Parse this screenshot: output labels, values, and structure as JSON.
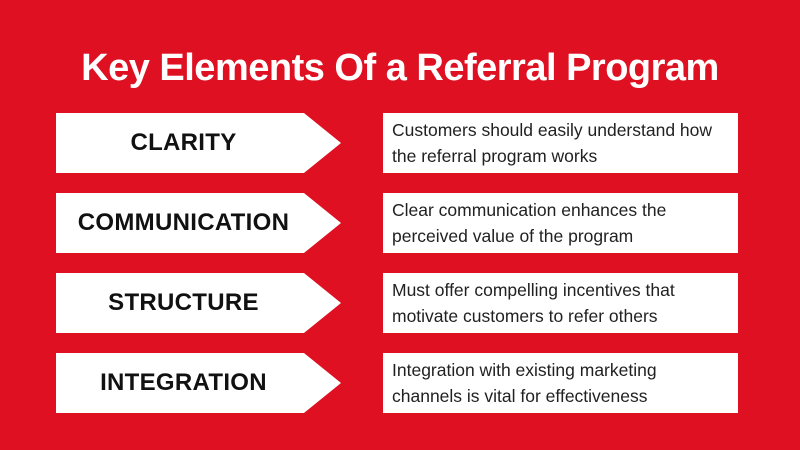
{
  "title": "Key Elements Of a Referral Program",
  "theme": {
    "background_color": "#DE1021",
    "panel_color": "#FFFFFF",
    "title_text_color": "#FFFFFF",
    "label_text_color": "#111111",
    "description_text_color": "#212121"
  },
  "rows": [
    {
      "label": "CLARITY",
      "description": "Customers should easily understand how the referral program works"
    },
    {
      "label": "COMMUNICATION",
      "description": "Clear communication enhances the perceived value of the program"
    },
    {
      "label": "STRUCTURE",
      "description": "Must offer compelling incentives that motivate customers to refer others"
    },
    {
      "label": "INTEGRATION",
      "description": "Integration with existing marketing channels is vital for effectiveness"
    }
  ]
}
